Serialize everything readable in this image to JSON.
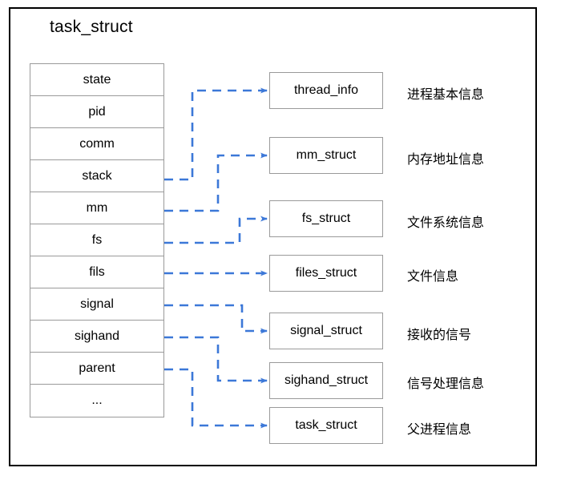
{
  "diagram": {
    "title": "task_struct",
    "accent_color": "#3c78d8",
    "box_border_color": "#9a9a9a",
    "frame_border_color": "#000000",
    "background": "#ffffff"
  },
  "struct_table": {
    "name": "task_struct",
    "fields": [
      {
        "label": "state"
      },
      {
        "label": "pid"
      },
      {
        "label": "comm"
      },
      {
        "label": "stack"
      },
      {
        "label": "mm"
      },
      {
        "label": "fs"
      },
      {
        "label": "fils"
      },
      {
        "label": "signal"
      },
      {
        "label": "sighand"
      },
      {
        "label": "parent"
      },
      {
        "label": "..."
      }
    ]
  },
  "referenced_structs": [
    {
      "label": "thread_info",
      "note": "进程基本信息"
    },
    {
      "label": "mm_struct",
      "note": "内存地址信息"
    },
    {
      "label": "fs_struct",
      "note": "文件系统信息"
    },
    {
      "label": "files_struct",
      "note": "文件信息"
    },
    {
      "label": "signal_struct",
      "note": "接收的信号"
    },
    {
      "label": "sighand_struct",
      "note": "信号处理信息"
    },
    {
      "label": "task_struct",
      "note": "父进程信息"
    }
  ],
  "connections": [
    {
      "from_field": "stack",
      "to_struct": "thread_info"
    },
    {
      "from_field": "mm",
      "to_struct": "mm_struct"
    },
    {
      "from_field": "fs",
      "to_struct": "fs_struct"
    },
    {
      "from_field": "fils",
      "to_struct": "files_struct"
    },
    {
      "from_field": "signal",
      "to_struct": "signal_struct"
    },
    {
      "from_field": "sighand",
      "to_struct": "sighand_struct"
    },
    {
      "from_field": "parent",
      "to_struct": "task_struct"
    }
  ]
}
